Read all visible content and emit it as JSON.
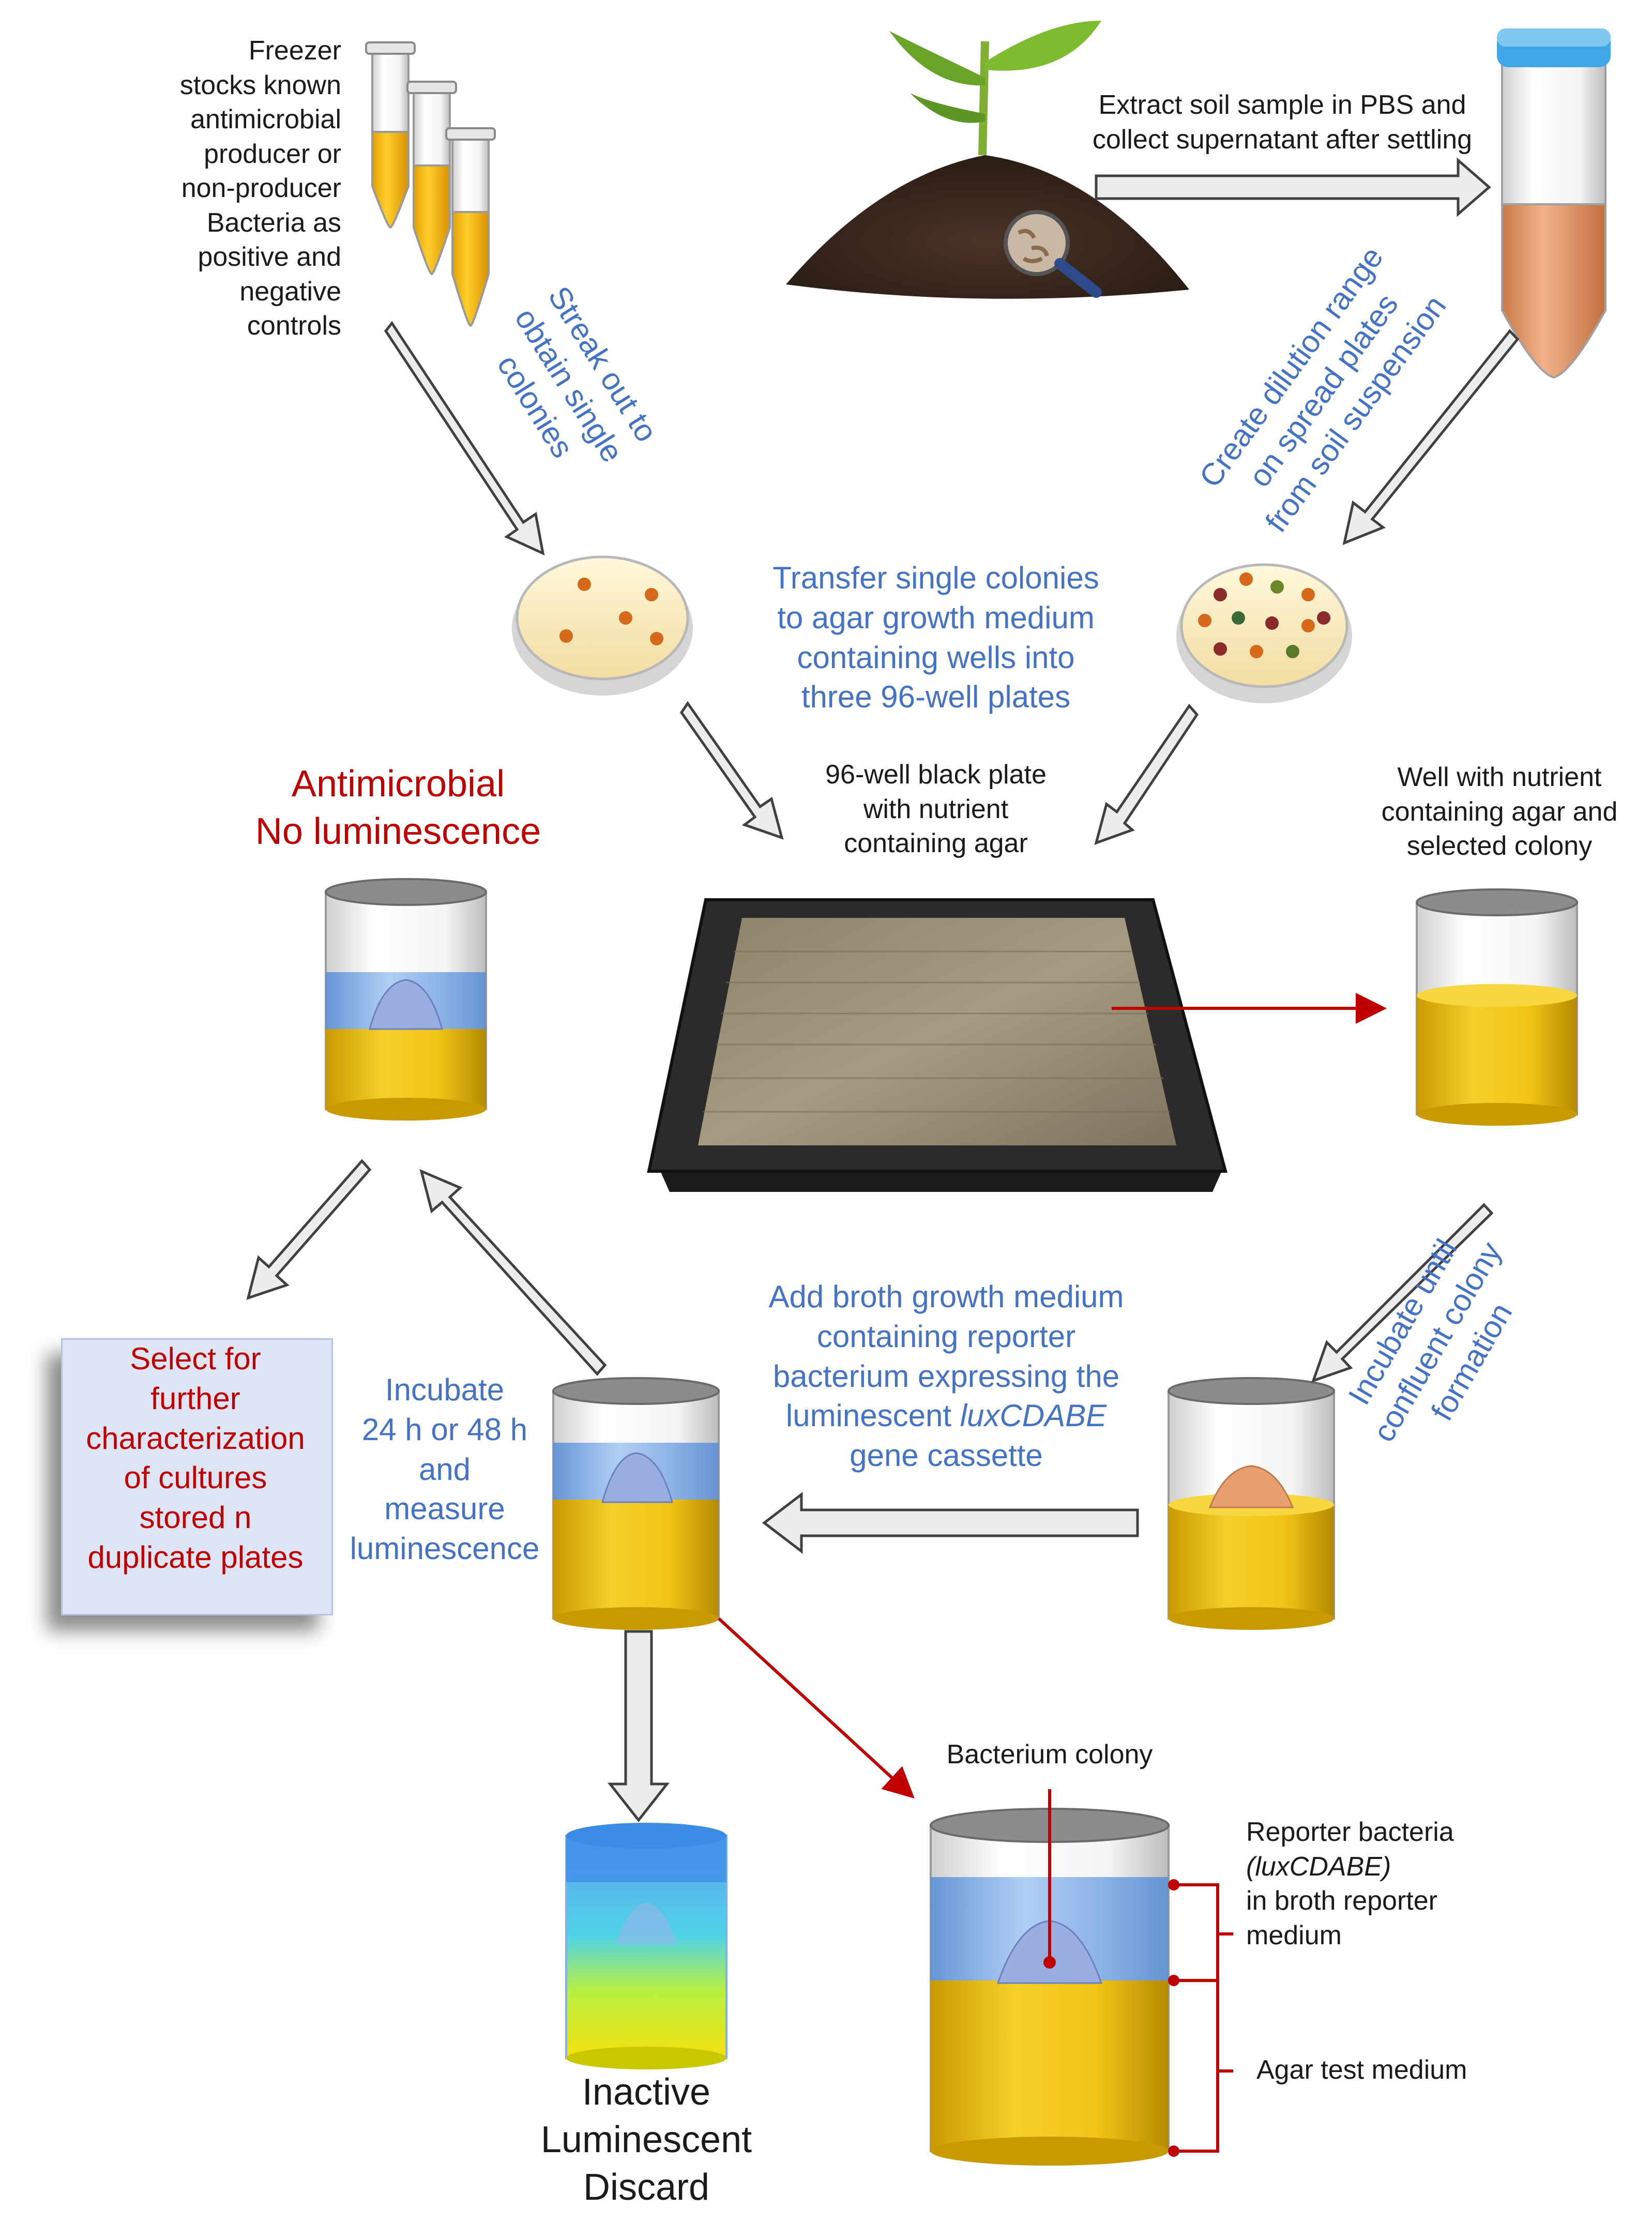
{
  "labels": {
    "freezer": [
      "Freezer",
      "stocks known",
      "antimicrobial",
      "producer or",
      "non-producer",
      "Bacteria as",
      "positive and",
      "negative",
      "controls"
    ],
    "streak": [
      "Streak out to",
      "obtain single",
      "colonies"
    ],
    "extract": [
      "Extract soil sample in PBS and",
      "collect supernatant after settling"
    ],
    "dilution": [
      "Create dilution range",
      "on spread plates",
      "from soil suspension"
    ],
    "transfer": [
      "Transfer single colonies",
      "to agar growth medium",
      "containing wells into",
      "three 96-well plates"
    ],
    "plate": [
      "96-well black plate",
      "with nutrient",
      "containing agar"
    ],
    "well": [
      "Well with nutrient",
      "containing agar and",
      "selected colony"
    ],
    "antimicrobial": [
      "Antimicrobial",
      "No luminescence"
    ],
    "select": [
      "Select for",
      "further",
      "characterization",
      "of cultures",
      "stored n",
      "duplicate plates"
    ],
    "incubate_measure": [
      "Incubate",
      "24 h or 48 h",
      "and",
      "measure",
      "luminescence"
    ],
    "add_broth": [
      "Add broth growth medium",
      "containing reporter",
      "bacterium expressing the"
    ],
    "add_broth_italic_line": {
      "prefix": "luminescent ",
      "italic": "luxCDABE"
    },
    "add_broth_last": "gene cassette",
    "incubate_confluent": [
      "Incubate until",
      "confluent colony",
      "formation"
    ],
    "colony": "Bacterium colony",
    "reporter": {
      "line1": "Reporter bacteria",
      "line2": "(luxCDABE)",
      "line3": "in broth reporter",
      "line4": "medium"
    },
    "agar": "Agar test medium",
    "inactive": [
      "Inactive",
      "Luminescent",
      "Discard"
    ]
  },
  "colors": {
    "blue_text": "#4472c4",
    "red_text": "#c00000",
    "agar_yellow": "#f0c419",
    "broth_blue": "#7fb0ee",
    "arrow_fill": "#ececec",
    "arrow_stroke": "#404040",
    "red_line": "#c00000"
  }
}
